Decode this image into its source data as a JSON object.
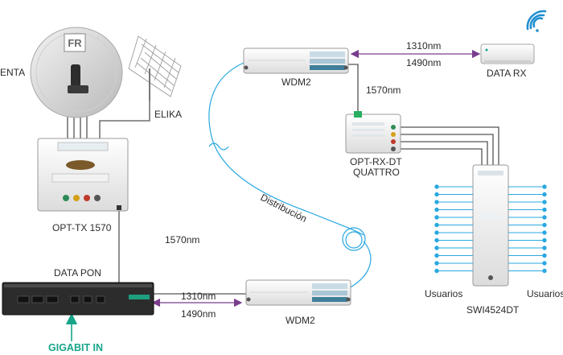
{
  "labels": {
    "antenna_partial": "ENTA",
    "elika": "ELIKA",
    "opt_tx": "OPT-TX 1570",
    "data_pon": "DATA PON",
    "gigabit_in": "GIGABIT IN",
    "wdm_top": "WDM2",
    "wdm_bottom": "WDM2",
    "data_rx": "DATA RX",
    "wl_top_1310": "1310nm",
    "wl_top_1490": "1490nm",
    "wl_bottom_1310": "1310nm",
    "wl_bottom_1490": "1490nm",
    "wl_1570_right": "1570nm",
    "wl_1570_left": "1570nm",
    "opt_rx_line1": "OPT-RX-DT",
    "opt_rx_line2": "QUATTRO",
    "distribucion": "Distribución",
    "usuarios_left": "Usuarios",
    "usuarios_right": "Usuarios",
    "swi": "SWI4524DT"
  },
  "logo": {
    "dish_logo": "FR"
  },
  "colors": {
    "fiber": "#29a8e0",
    "purple": "#7a3d8e",
    "green_accent": "#17a589",
    "cable": "#555555"
  }
}
